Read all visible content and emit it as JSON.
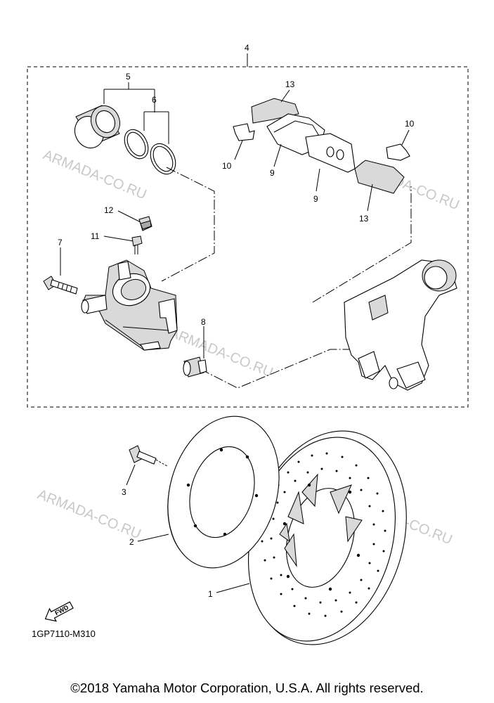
{
  "callouts": {
    "c1": "1",
    "c2": "2",
    "c3": "3",
    "c4": "4",
    "c5": "5",
    "c6": "6",
    "c7": "7",
    "c8": "8",
    "c9a": "9",
    "c9b": "9",
    "c10a": "10",
    "c10b": "10",
    "c11": "11",
    "c12": "12",
    "c13a": "13",
    "c13b": "13"
  },
  "watermark": "ARMADA-CO.RU",
  "fwd_label": "FWD",
  "part_code": "1GP7110-M310",
  "copyright": "©2018 Yamaha Motor Corporation, U.S.A. All rights reserved.",
  "icons": [
    "fwd-arrow-icon"
  ],
  "colors": {
    "ink": "#000000",
    "watermark": "#c8c8c8",
    "shade": "#d9d9d9"
  }
}
